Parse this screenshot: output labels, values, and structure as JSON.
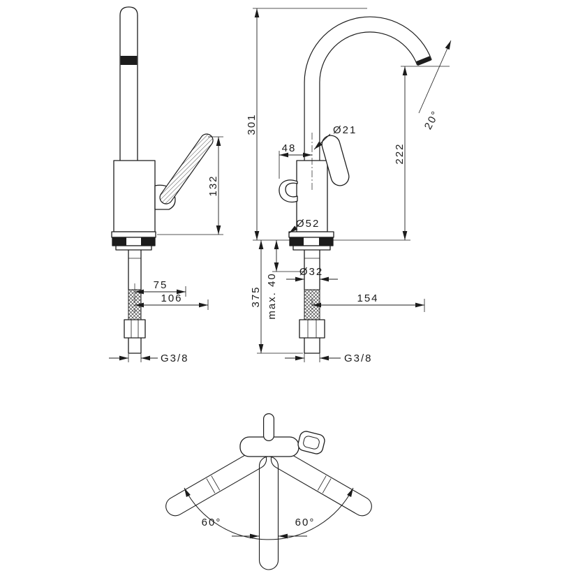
{
  "colors": {
    "line": "#1c1c1c",
    "background": "#ffffff"
  },
  "side_view": {
    "handle_height": "132",
    "offset_small": "75",
    "offset_large": "106",
    "thread": "G3/8"
  },
  "front_view": {
    "total_height": "301",
    "spout_diameter": "Ø21",
    "spout_offset": "48",
    "outlet_height": "222",
    "outlet_angle": "20°",
    "base_diameter": "Ø52",
    "shank_diameter": "Ø32",
    "shank_length": "375",
    "max_thickness": "max. 40",
    "spout_reach": "154",
    "thread": "G3/8"
  },
  "top_view": {
    "swivel_left": "60°",
    "swivel_right": "60°"
  }
}
